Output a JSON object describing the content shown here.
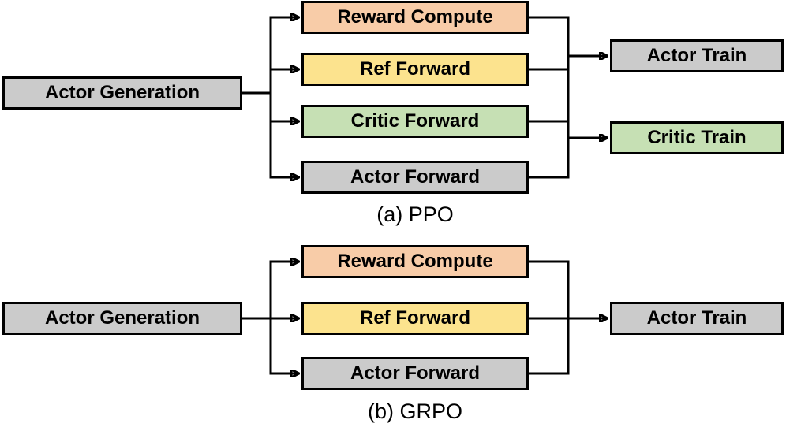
{
  "colors": {
    "gray": "#CBCBCB",
    "peach": "#F8CCA8",
    "yellow": "#FCE38E",
    "green": "#C6E0B4",
    "line": "#000000"
  },
  "diagrams": {
    "ppo": {
      "caption": "(a) PPO",
      "actor_generation": "Actor Generation",
      "reward_compute": "Reward Compute",
      "ref_forward": "Ref Forward",
      "critic_forward": "Critic Forward",
      "actor_forward": "Actor Forward",
      "actor_train": "Actor Train",
      "critic_train": "Critic Train"
    },
    "grpo": {
      "caption": "(b) GRPO",
      "actor_generation": "Actor Generation",
      "reward_compute": "Reward Compute",
      "ref_forward": "Ref Forward",
      "actor_forward": "Actor Forward",
      "actor_train": "Actor Train"
    }
  }
}
